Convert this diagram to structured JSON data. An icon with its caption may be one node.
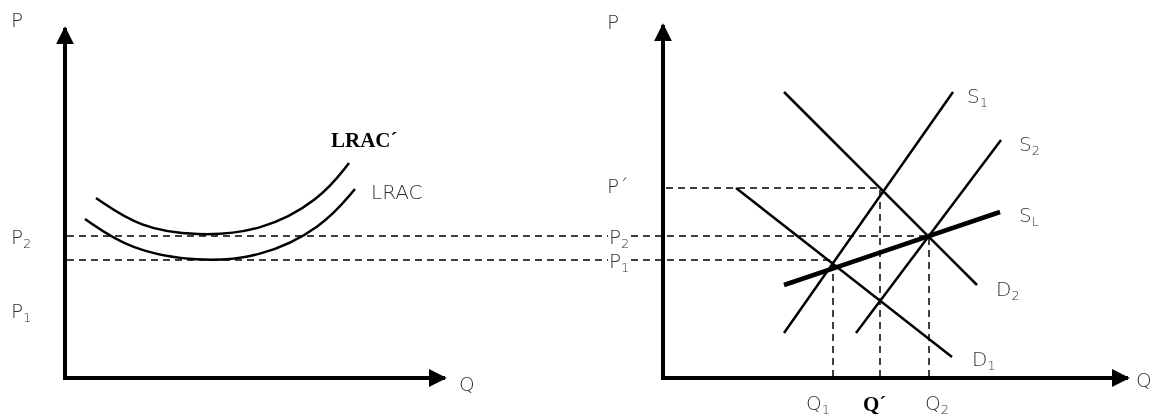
{
  "diagram": {
    "labels": [
      "P",
      "P",
      "S$_{1}$",
      "LRAC´",
      "S$_{2}$",
      "LRAC",
      "P´",
      "S$_{L}$",
      "P$_{2}$",
      "P$_{2}$",
      "P$_{1}$",
      "P$_{1}$",
      "D$_{2}$",
      "D$_{1}$",
      "Q",
      "Q",
      "Q$_{1}$",
      "Q´",
      "Q$_{2}$"
    ]
  }
}
